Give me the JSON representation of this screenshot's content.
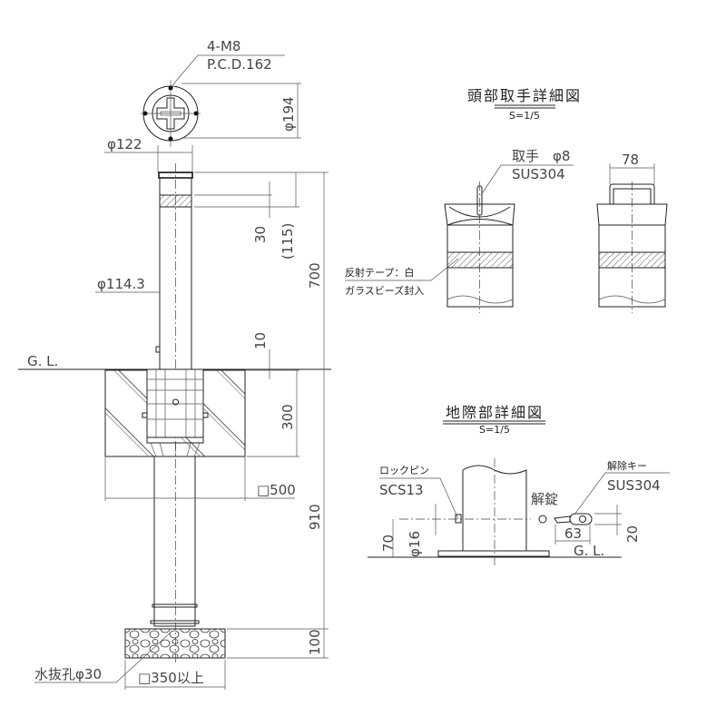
{
  "top_view": {
    "bolts": "4-M8",
    "pcd": "P.C.D.162",
    "outer_dia": "φ194",
    "cap_dia": "φ122"
  },
  "elevation": {
    "post_dia": "φ114.3",
    "dim_700": "700",
    "dim_115": "(115)",
    "dim_30": "30",
    "dim_10": "10",
    "ground_level": "G. L.",
    "dim_300": "300",
    "dim_910": "910",
    "foundation": "□500",
    "gravel_height": "100",
    "gravel_width": "□350以上",
    "drain_hole": "水抜孔φ30"
  },
  "head_detail": {
    "title": "頭部取手詳細図",
    "scale": "S=1/5",
    "handle_label": "取手　φ8",
    "handle_material": "SUS304",
    "handle_width": "78",
    "tape_label_1": "反射テープ：白",
    "tape_label_2": "ガラスビーズ封入"
  },
  "ground_detail": {
    "title": "地際部詳細図",
    "scale": "S=1/5",
    "pin_label": "ロックピン",
    "pin_material": "SCS13",
    "unlock": "解錠",
    "key_label": "解除キー",
    "key_material": "SUS304",
    "dim_63": "63",
    "dim_20": "20",
    "dim_70": "70",
    "dim_16": "φ16",
    "ground_level": "G. L."
  }
}
